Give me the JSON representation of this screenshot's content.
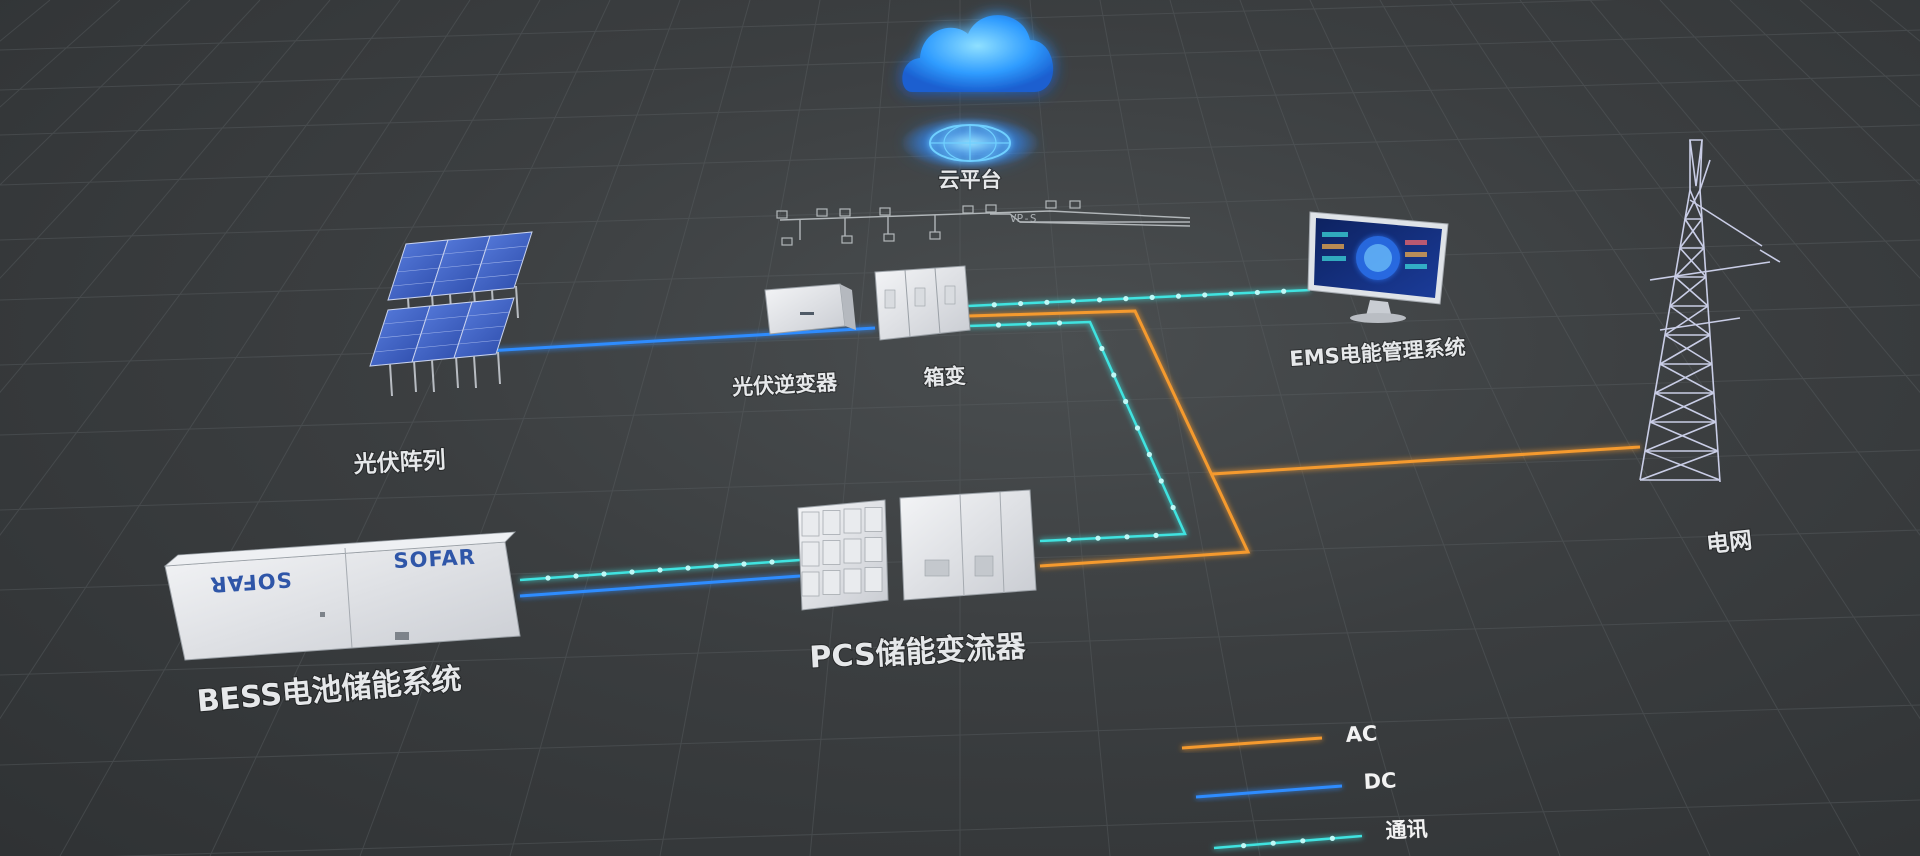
{
  "nodes": {
    "cloud": {
      "label": "云平台"
    },
    "pv_array": {
      "label": "光伏阵列"
    },
    "pv_inverter": {
      "label": "光伏逆变器"
    },
    "box_transformer": {
      "label": "箱变"
    },
    "ems": {
      "label": "EMS电能管理系统"
    },
    "grid": {
      "label": "电网"
    },
    "pcs": {
      "label": "PCS储能变流器"
    },
    "bess": {
      "label": "BESS电池储能系统",
      "brand_front": "SOFAR",
      "brand_back": "SOFAR"
    }
  },
  "network_tag": "VP-S",
  "legend": {
    "ac": {
      "label": "AC",
      "color": "#f59a2f"
    },
    "dc": {
      "label": "DC",
      "color": "#2f8cff"
    },
    "comm": {
      "label": "通讯",
      "color": "#3fe3e0"
    }
  }
}
